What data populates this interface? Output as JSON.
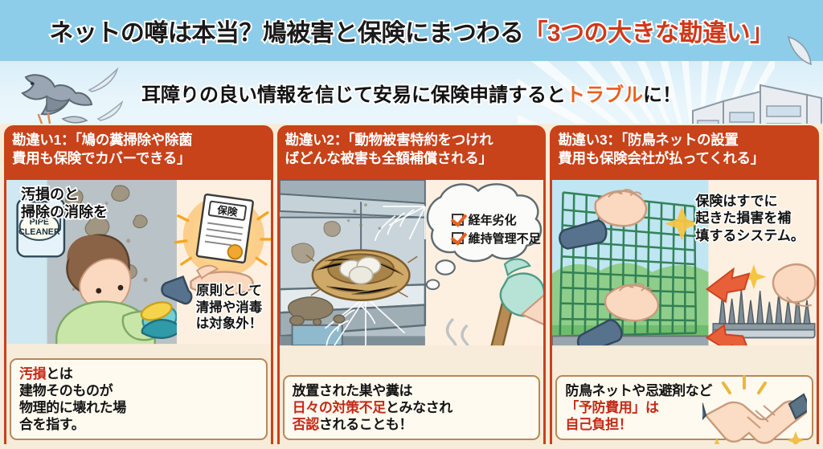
{
  "header": {
    "title_main": "ネットの噂は本当？鳩被害と保険にまつわる",
    "title_highlight": "「3つの大きな勘違い」",
    "subtitle_main_1": "耳障りの良い情報を信じて安易に保険申請すると",
    "subtitle_highlight": "トラブル",
    "subtitle_main_2": "に！",
    "bg_color": "#8ecdea",
    "highlight_color": "#d0381a",
    "sub_highlight_color": "#e8601f",
    "icons": [
      "pigeon-icon",
      "feather-icon",
      "building-icon",
      "sun-rays-icon"
    ]
  },
  "panels": [
    {
      "id": 1,
      "heading": "勘違い1：「鳩の糞掃除や除菌\n費用も保険でカバーできる」",
      "art_label_top": "汚損のと\n掃除の消除を",
      "bottle_label_line1": "PIPE",
      "bottle_label_line2": "CLEANER",
      "side_doc_label": "保険",
      "side_text": "原則として\n清掃や消毒\nは対象外！",
      "caption_lead_red": "汚損",
      "caption_rest": "とは\n建物そのものが\n物理的に壊れた場\n合を指す。",
      "icons": [
        "pipe-cleaner-bottle-icon",
        "person-cleaning-icon",
        "sponge-icon",
        "insurance-document-icon",
        "hand-icon",
        "wall-cross-section-icon",
        "droppings-stain-icon"
      ]
    },
    {
      "id": 2,
      "heading": "勘違い2：「動物被害特約をつけれ\nばどんな被害も全額補償される」",
      "bubble_items": [
        "経年劣化",
        "維持管理不足"
      ],
      "caption_line1": "放置された巣や糞は",
      "caption_line2_red": "日々の対策不足",
      "caption_line2_rest": "とみなされ",
      "caption_line3_red": "否認",
      "caption_line3_rest": "されることも！",
      "icons": [
        "bird-nest-icon",
        "eggs-icon",
        "spider-web-icon",
        "droppings-icon",
        "broom-icon",
        "gloved-hand-icon",
        "thought-bubble-icon",
        "checkbox-icon",
        "sparkle-icon"
      ]
    },
    {
      "id": 3,
      "heading": "勘違い3：「防鳥ネットの設置\n費用も保険会社が払ってくれる」",
      "side_text": "保険はすでに\n起きた損害を補\n填するシステム。",
      "caption_line1": "防鳥ネットや忌避剤など",
      "caption_line2_red": "「予防費用」は",
      "caption_line3_red": "自己負担！",
      "icons": [
        "bird-net-icon",
        "hands-installing-icon",
        "bird-spikes-icon",
        "arrow-icon",
        "handshake-icon",
        "sparkle-icon"
      ]
    }
  ],
  "theme": {
    "panel_header_bg": "#c8421a",
    "page_bg": "#f7ecd9",
    "caption_border": "#b9875a",
    "caption_bg": "#fffaf0",
    "red_text": "#c22b16",
    "orange_accent": "#e8601f"
  }
}
